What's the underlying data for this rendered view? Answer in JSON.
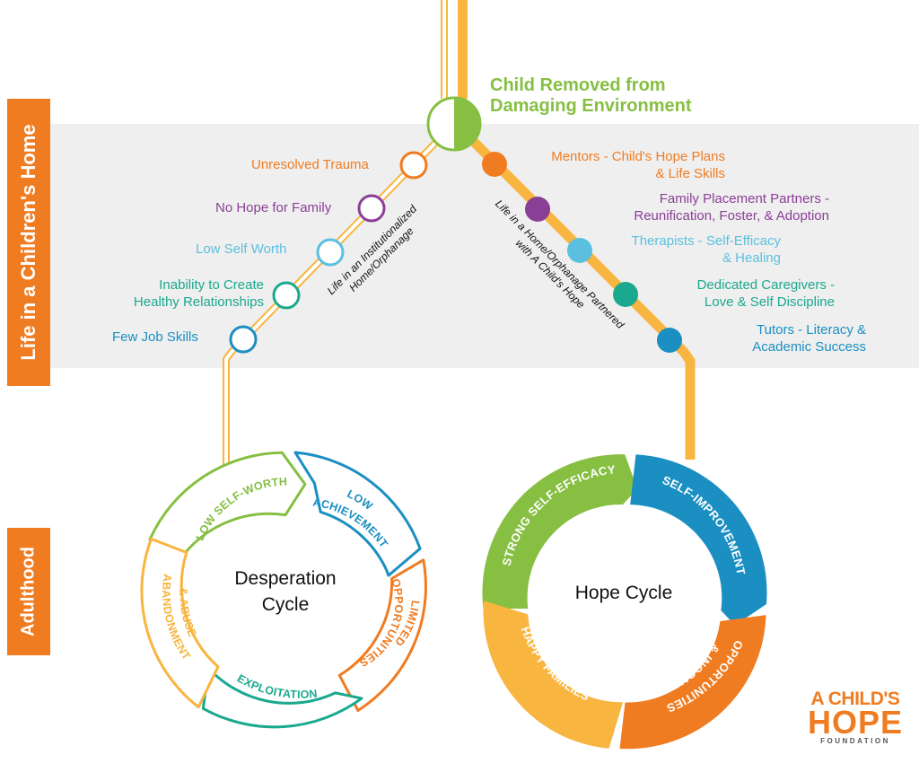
{
  "sections": {
    "childrens_home": "Life in a Children's Home",
    "adulthood": "Adulthood"
  },
  "title": {
    "line1": "Child Removed from",
    "line2": "Damaging Environment"
  },
  "left_path": {
    "label_line1": "Life in an Institutionalized",
    "label_line2": "Home/Orphanage",
    "items": [
      {
        "text": "Unresolved Trauma",
        "color": "#f07c22"
      },
      {
        "text": "No Hope for Family",
        "color": "#8a3f96"
      },
      {
        "text": "Low Self Worth",
        "color": "#5bc0e0"
      },
      {
        "text": "Inability to Create",
        "text2": "Healthy Relationships",
        "color": "#1aa98e"
      },
      {
        "text": "Few Job Skills",
        "color": "#1b8fc2"
      }
    ]
  },
  "right_path": {
    "label_line1": "Life in a Home/Orphanage Partnered",
    "label_line2": "with A Child's Hope",
    "items": [
      {
        "text": "Mentors -  Child's Hope Plans",
        "text2": "& Life Skills",
        "color": "#f07c22"
      },
      {
        "text": "Family Placement Partners -",
        "text2": "Reunification, Foster, & Adoption",
        "color": "#8a3f96"
      },
      {
        "text": "Therapists - Self-Efficacy",
        "text2": "& Healing",
        "color": "#5bc0e0"
      },
      {
        "text": "Dedicated Caregivers -",
        "text2": "Love & Self Discipline",
        "color": "#1aa98e"
      },
      {
        "text": "Tutors - Literacy &",
        "text2": "Academic Success",
        "color": "#1b8fc2"
      }
    ]
  },
  "desperation_cycle": {
    "title_line1": "Desperation",
    "title_line2": "Cycle",
    "segments": [
      {
        "text": "LOW SELF-WORTH",
        "color": "#86bf42"
      },
      {
        "text": "LOW",
        "text2": "ACHIEVEMENT",
        "color": "#1b8fc2"
      },
      {
        "text": "LIMITED",
        "text2": "OPPORTUNITIES",
        "color": "#f07c22"
      },
      {
        "text": "EXPLOITATION",
        "color": "#1aa98e"
      },
      {
        "text": "ABANDONMENT",
        "text2": "& ABUSE",
        "color": "#f8b53f"
      }
    ]
  },
  "hope_cycle": {
    "title": "Hope Cycle",
    "segments": [
      {
        "text": "STRONG SELF-EFFICACY",
        "color": "#86bf42"
      },
      {
        "text": "SELF-IMPROVEMENT",
        "color": "#1b8fc2"
      },
      {
        "text": "OPPORTUNITIES",
        "text2": "& INCOME",
        "color": "#f07c22"
      },
      {
        "text": "HAPPY FAMILIES",
        "color": "#f8b53f"
      }
    ]
  },
  "logo": {
    "line1": "A CHILD'S",
    "line2": "HOPE",
    "line3": "FOUNDATION"
  },
  "colors": {
    "orange": "#f07c22",
    "green": "#86bf42",
    "band": "#efefef"
  }
}
